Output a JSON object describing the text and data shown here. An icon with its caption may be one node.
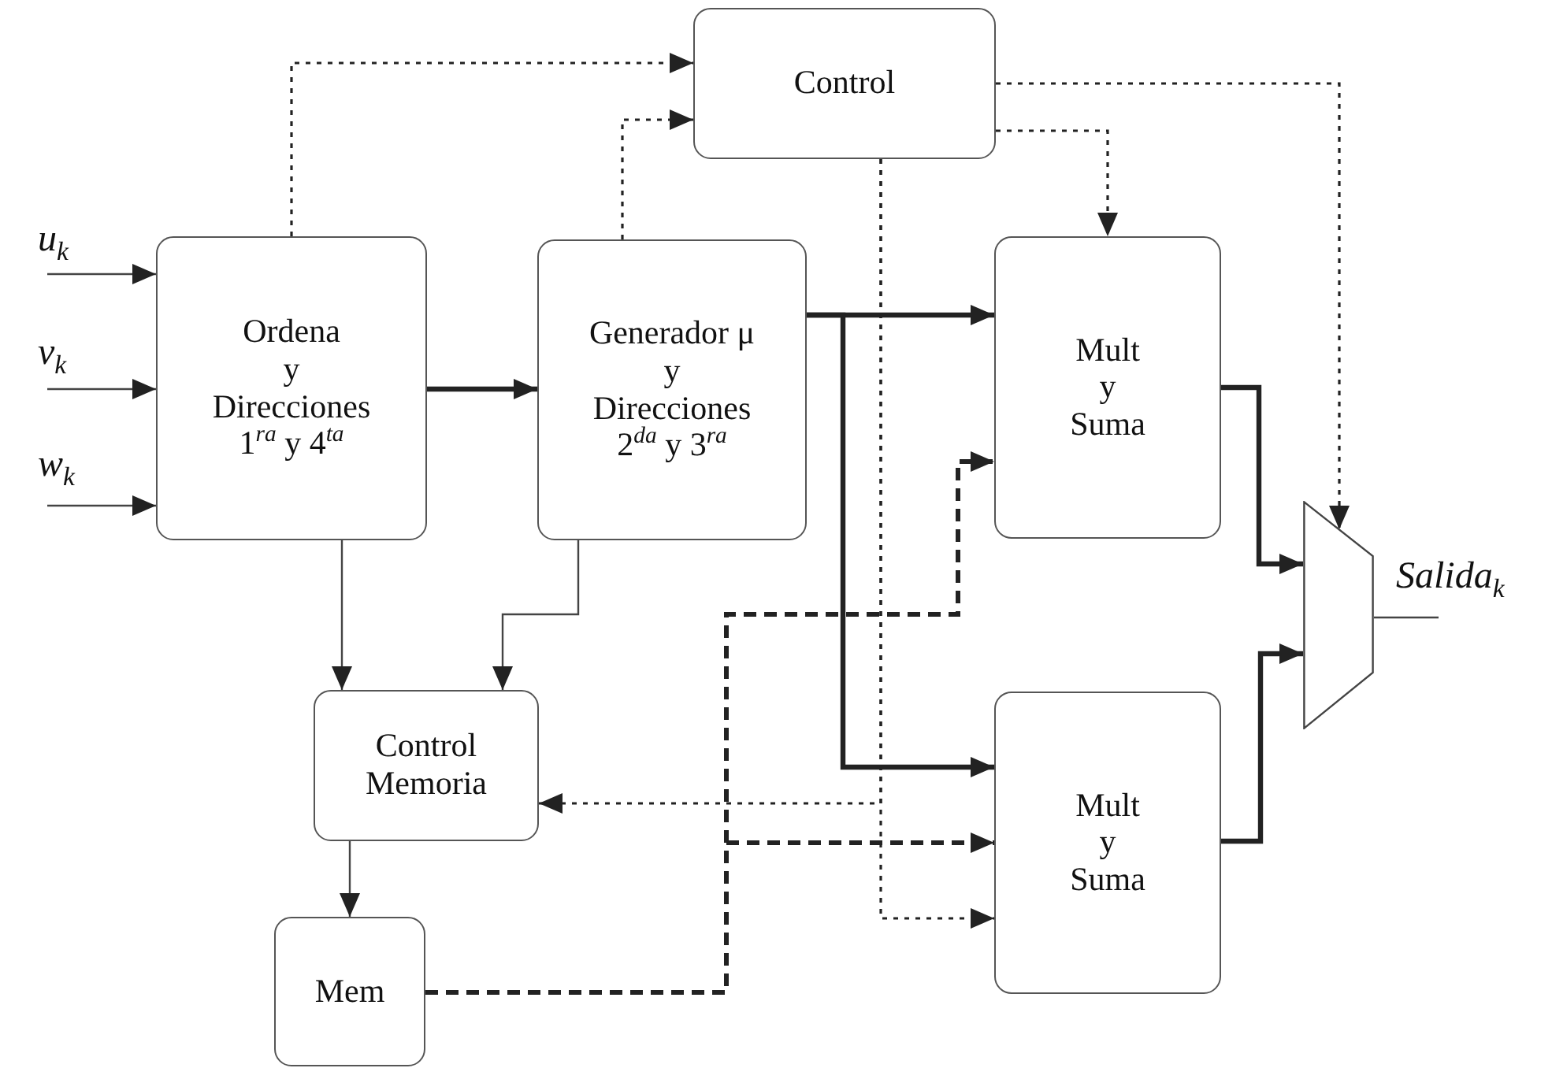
{
  "diagram": {
    "nodes": [
      {
        "text": [
          "Control"
        ]
      },
      {
        "text": [
          "u$_{k}$"
        ]
      },
      {
        "text": [
          "Ordena",
          "y",
          "Direcciones",
          "1$^{ra}$ y 4$^{ta}$"
        ]
      },
      {
        "text": [
          "Generador μ",
          "y",
          "Direcciones",
          "2$^{da}$ y 3$^{ra}$"
        ]
      },
      {
        "text": [
          "Mult",
          "y",
          "Suma"
        ]
      },
      {
        "text": [
          "v$_{k}$"
        ]
      },
      {
        "text": [
          "w$_{k}$"
        ]
      },
      {
        "text": [],
        "shape": "trapezoid"
      },
      {
        "text": [
          "Salida$_{k}$"
        ]
      },
      {
        "text": [
          "Control Memoria"
        ]
      },
      {
        "text": [
          "Mult",
          "y",
          "Suma"
        ]
      },
      {
        "text": [
          "Mem"
        ]
      }
    ],
    "edges": [
      {
        "from": 1,
        "to": 2,
        "arrow": "to"
      },
      {
        "from": 5,
        "to": 2,
        "arrow": "to"
      },
      {
        "from": 6,
        "to": 2,
        "arrow": "to"
      },
      {
        "from": 2,
        "to": 0,
        "arrow": "to",
        "style": "dashed"
      },
      {
        "from": 2,
        "to": 3,
        "arrow": "to",
        "style": "thick"
      },
      {
        "from": 3,
        "to": 0,
        "arrow": "to",
        "style": "dashed"
      },
      {
        "from": 0,
        "to": 4,
        "arrow": "to",
        "style": "dashed"
      },
      {
        "from": 0,
        "to": 7,
        "arrow": "to",
        "style": "dashed"
      },
      {
        "from": 3,
        "to": 4,
        "arrow": "to",
        "style": "thick"
      },
      {
        "from": 3,
        "to": 10,
        "arrow": "to",
        "style": "thick"
      },
      {
        "from": 4,
        "to": 7,
        "arrow": "to",
        "style": "thick"
      },
      {
        "from": 10,
        "to": 7,
        "arrow": "to",
        "style": "thick"
      },
      {
        "from": 7,
        "to": 8,
        "arrow": "none"
      },
      {
        "from": 2,
        "to": 9,
        "arrow": "to"
      },
      {
        "from": 3,
        "to": 9,
        "arrow": "to"
      },
      {
        "from": 0,
        "to": 9,
        "arrow": "to",
        "style": "dashed"
      },
      {
        "from": 0,
        "to": 10,
        "arrow": "to",
        "style": "dashed"
      },
      {
        "from": 11,
        "to": 4,
        "arrow": "to",
        "style": "dashed"
      },
      {
        "from": 11,
        "to": 10,
        "arrow": "to",
        "style": "dashed"
      },
      {
        "from": 9,
        "to": 11,
        "arrow": "to"
      }
    ]
  }
}
